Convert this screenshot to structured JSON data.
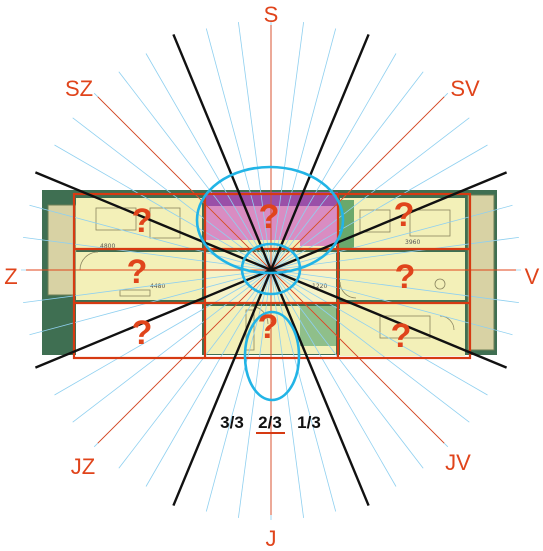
{
  "colors": {
    "accent_orange": "#e0441b",
    "thin_blue": "#8fd0f0",
    "circle_cyan": "#22b4e6",
    "main_axis_black": "#111111",
    "room_border": "#d63a12",
    "floorplan_yellow": "#f3f0b8",
    "floorplan_green": "#3f6f52",
    "purple_zone": "#9a4fa8",
    "pink_zone": "#d98cc2"
  },
  "directions": {
    "north": "S",
    "northeast": "SV",
    "east": "V",
    "southeast": "JV",
    "south": "J",
    "southwest": "JZ",
    "west": "Z",
    "northwest": "SZ"
  },
  "fractions": {
    "left": "3/3",
    "center": "2/3",
    "right": "1/3"
  },
  "room_marks": [
    "?",
    "?",
    "?",
    "?",
    "?",
    "?",
    "?",
    "?"
  ]
}
